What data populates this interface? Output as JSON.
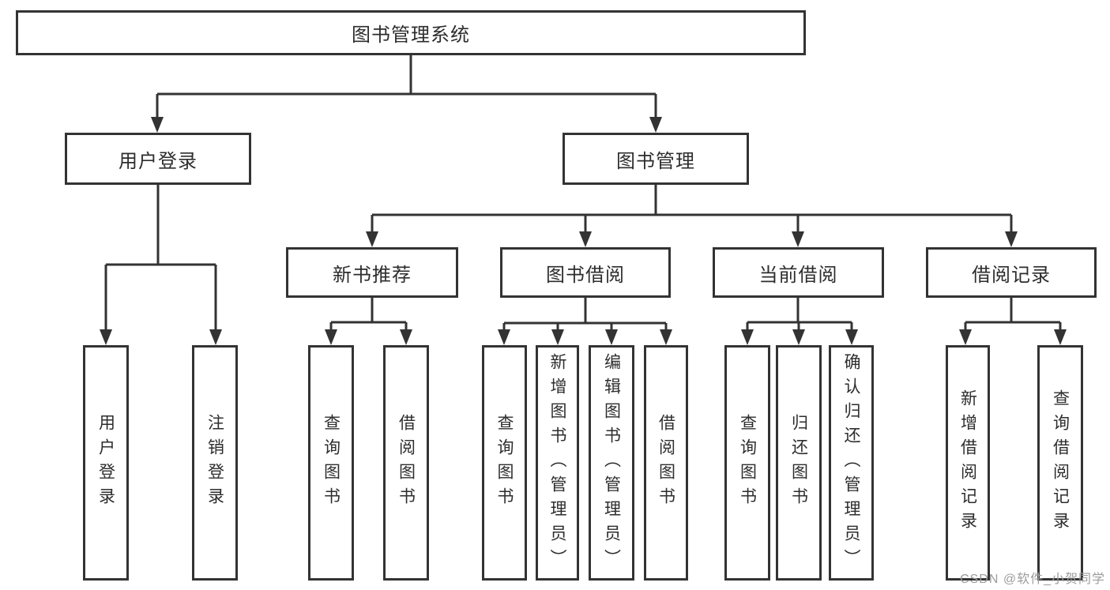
{
  "diagram_type": "tree",
  "root": {
    "label": "图书管理系统"
  },
  "level2": [
    {
      "label": "用户登录"
    },
    {
      "label": "图书管理"
    }
  ],
  "level3": [
    {
      "label": "新书推荐"
    },
    {
      "label": "图书借阅"
    },
    {
      "label": "当前借阅"
    },
    {
      "label": "借阅记录"
    }
  ],
  "leaves": [
    {
      "label": "用户登录"
    },
    {
      "label": "注销登录"
    },
    {
      "label": "查询图书"
    },
    {
      "label": "借阅图书"
    },
    {
      "label": "查询图书"
    },
    {
      "label": "新增图书（管理员）"
    },
    {
      "label": "编辑图书（管理员）"
    },
    {
      "label": "借阅图书"
    },
    {
      "label": "查询图书"
    },
    {
      "label": "归还图书"
    },
    {
      "label": "确认归还（管理员）"
    },
    {
      "label": "新增借阅记录"
    },
    {
      "label": "查询借阅记录"
    }
  ],
  "structure": {
    "图书管理系统": [
      "用户登录",
      "图书管理"
    ],
    "用户登录": [
      "用户登录",
      "注销登录"
    ],
    "图书管理": [
      "新书推荐",
      "图书借阅",
      "当前借阅",
      "借阅记录"
    ],
    "新书推荐": [
      "查询图书",
      "借阅图书"
    ],
    "图书借阅": [
      "查询图书",
      "新增图书（管理员）",
      "编辑图书（管理员）",
      "借阅图书"
    ],
    "当前借阅": [
      "查询图书",
      "归还图书",
      "确认归还（管理员）"
    ],
    "借阅记录": [
      "新增借阅记录",
      "查询借阅记录"
    ]
  },
  "watermark": {
    "text": "CSDN @软件_小贺同学"
  },
  "colors": {
    "line": "#333333",
    "box_border": "#333333",
    "text": "#2d2d2d",
    "watermark": "#9c9c9c",
    "background": "#ffffff"
  }
}
